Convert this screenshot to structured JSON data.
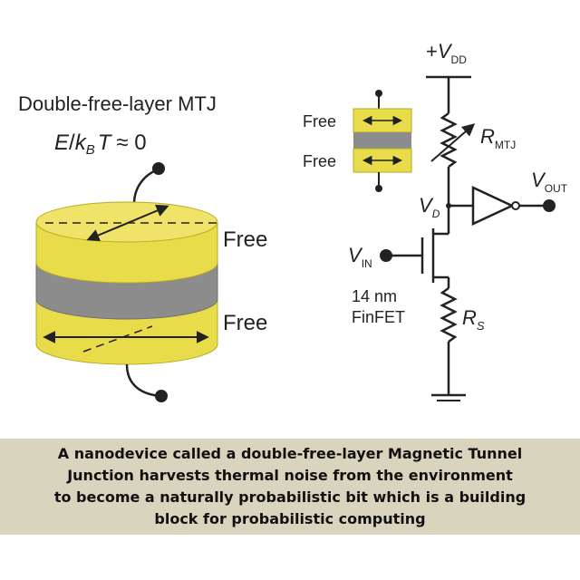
{
  "device": {
    "title": "Double-free-layer MTJ",
    "energy_E": "E",
    "energy_slash": "/",
    "energy_k": "k",
    "energy_k_sub": "B",
    "energy_T": "T",
    "energy_approx": "≈ 0",
    "top_layer_label": "Free",
    "bottom_layer_label": "Free"
  },
  "circuit": {
    "vdd_plus": "+",
    "vdd_V": "V",
    "vdd_sub": "DD",
    "rmtj_R": "R",
    "rmtj_sub": "MTJ",
    "vd_V": "V",
    "vd_sub": "D",
    "vout_V": "V",
    "vout_sub": "OUT",
    "vin_V": "V",
    "vin_sub": "IN",
    "fet_line1": "14 nm",
    "fet_line2": "FinFET",
    "rs_R": "R",
    "rs_sub": "S",
    "inset_label_top": "Free",
    "inset_label_bottom": "Free"
  },
  "colors": {
    "free_layer": "#e8dc4a",
    "free_layer_dark": "#b8ab22",
    "barrier": "#8c8c8c",
    "barrier_dark": "#6e6e6e",
    "caption_band": "#d8d4bd",
    "wire": "#222222"
  },
  "caption": {
    "line1": "A nanodevice called a double-free-layer Magnetic Tunnel",
    "line2": "Junction harvests thermal noise from the environment",
    "line3": "to become a naturally probabilistic bit which is a building",
    "line4": "block for probabilistic computing"
  }
}
